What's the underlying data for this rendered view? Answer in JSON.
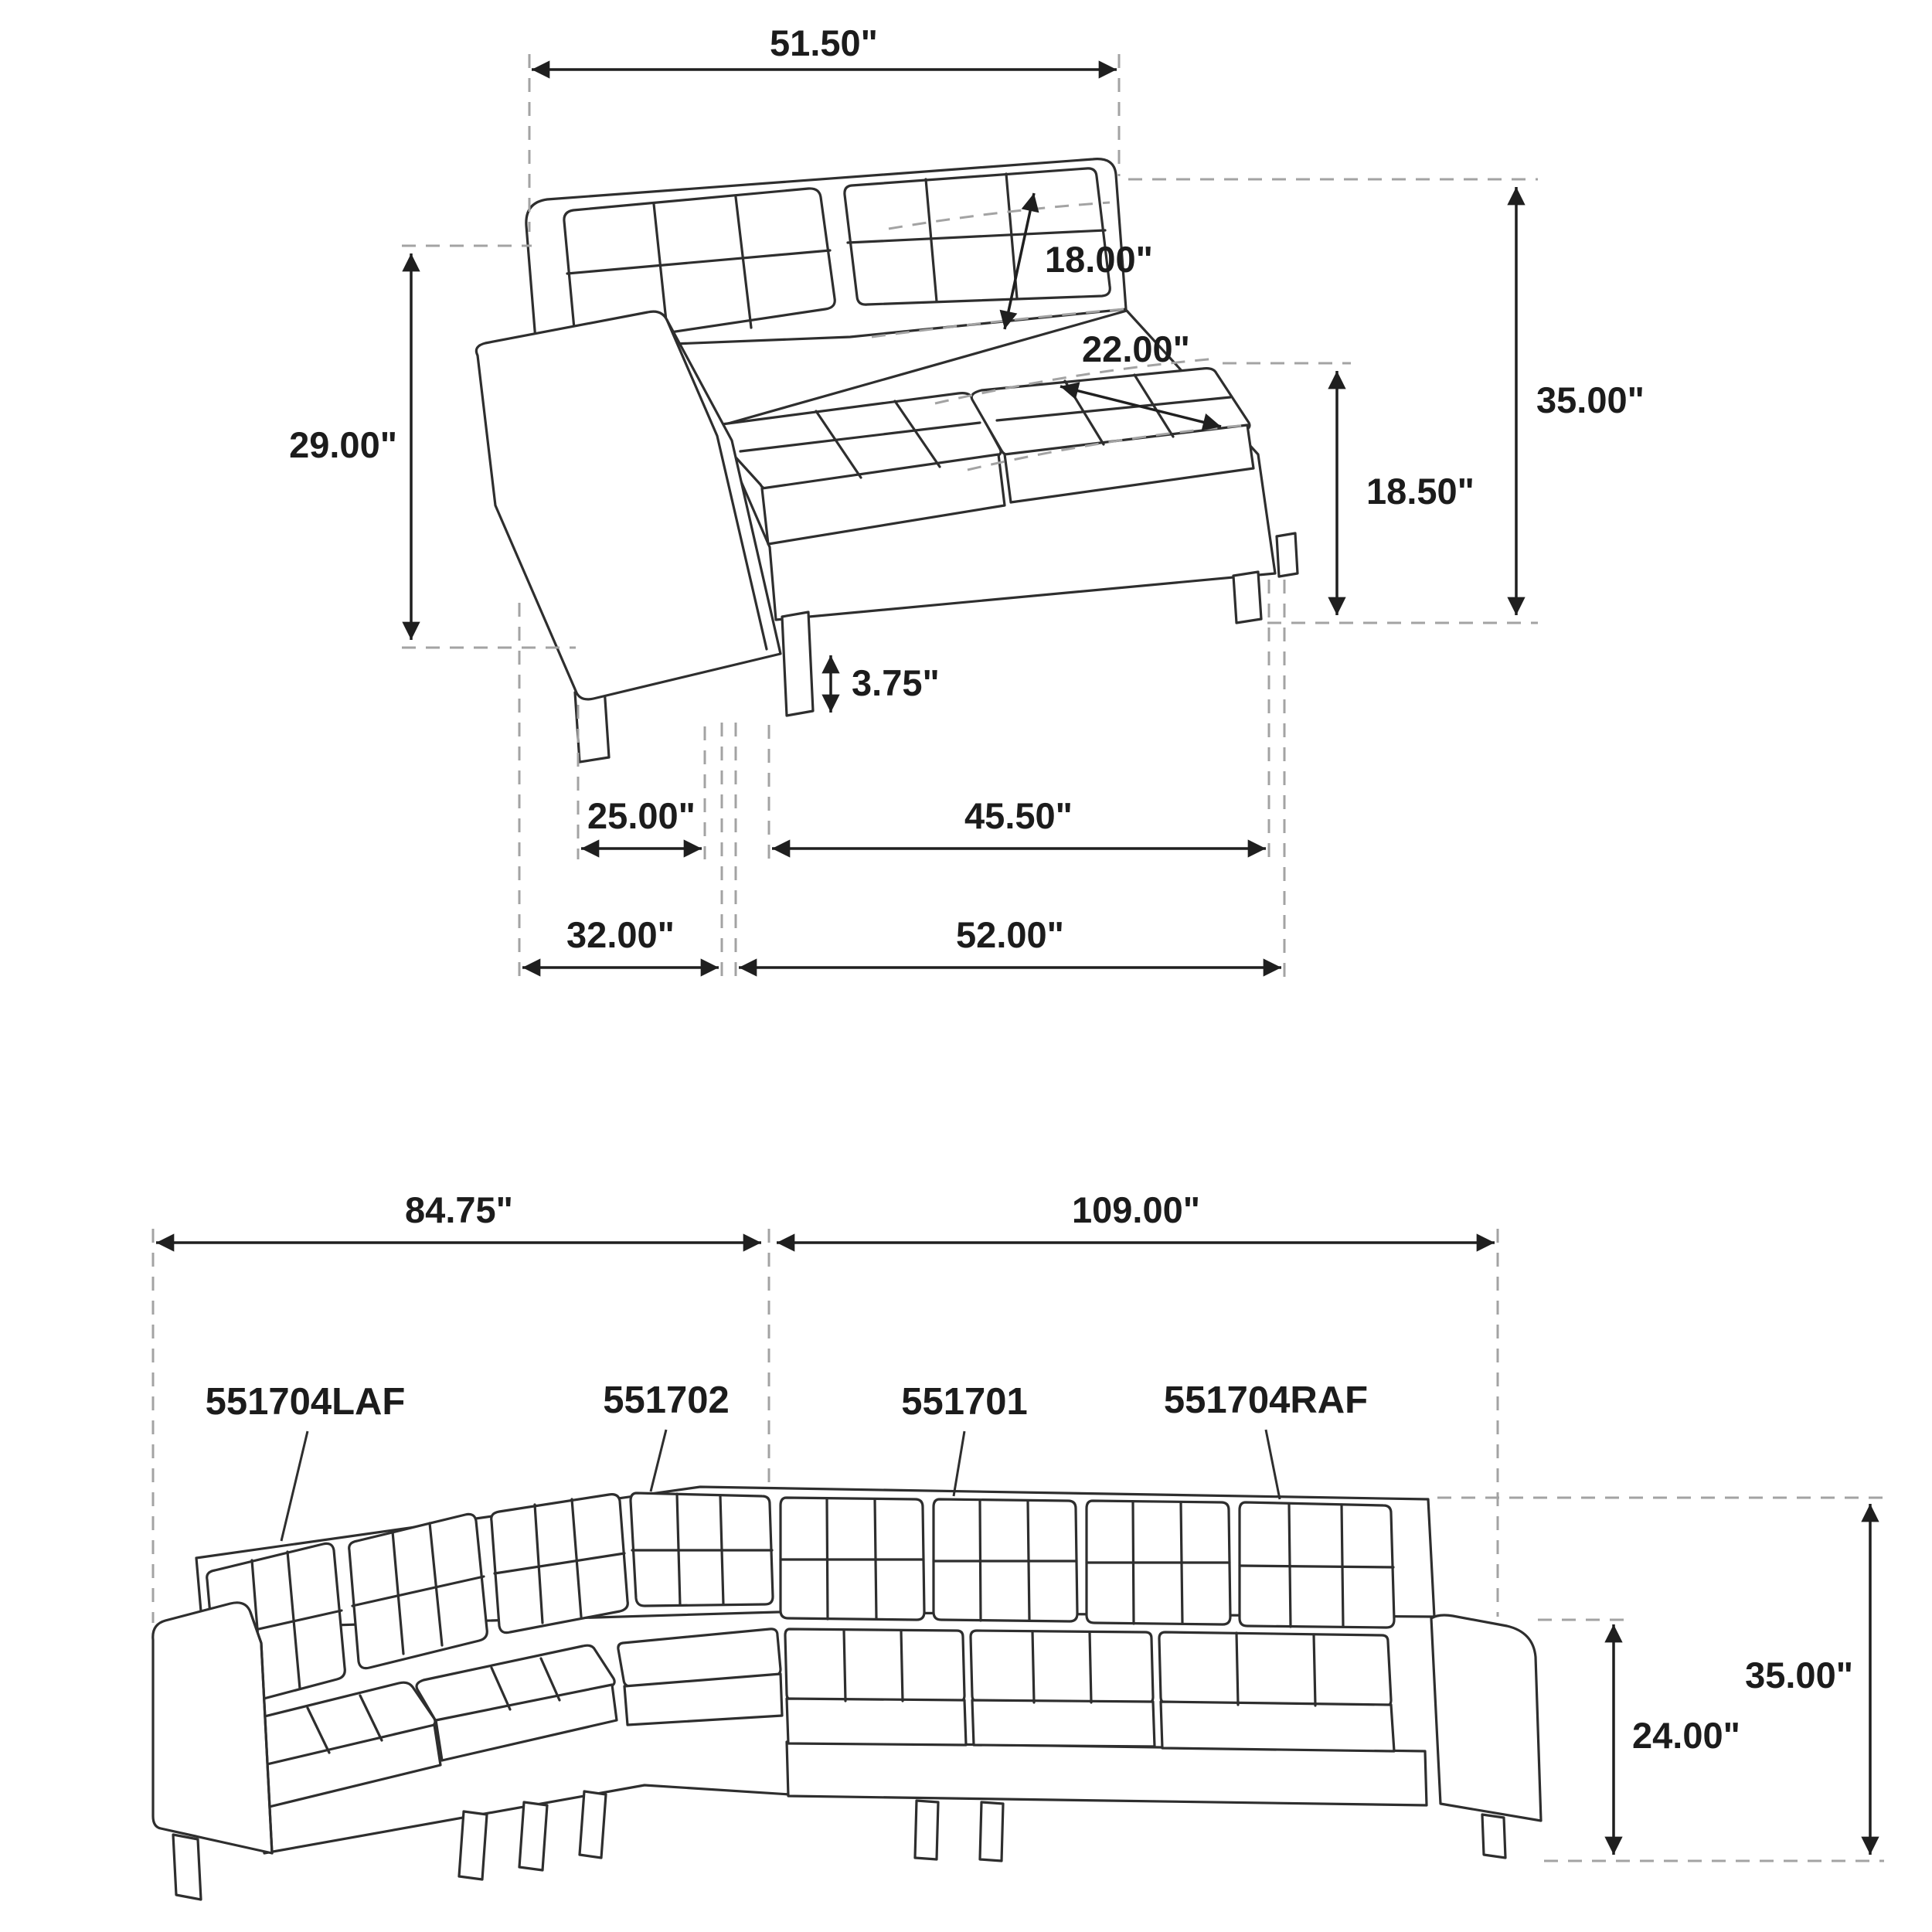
{
  "loveseat": {
    "dim_top_width": "51.50\"",
    "dim_back_cushion_height": "18.00\"",
    "dim_seat_depth": "22.00\"",
    "dim_overall_height": "35.00\"",
    "dim_back_height": "29.00\"",
    "dim_seat_height": "18.50\"",
    "dim_leg_height": "3.75\"",
    "dim_arm_front_width": "25.00\"",
    "dim_seat_width": "45.50\"",
    "dim_side_depth": "32.00\"",
    "dim_overall_width": "52.00\""
  },
  "sectional": {
    "dim_left_width": "84.75\"",
    "dim_right_width": "109.00\"",
    "dim_overall_height": "35.00\"",
    "dim_arm_height": "24.00\"",
    "parts": [
      "551704LAF",
      "551702",
      "551701",
      "551704RAF"
    ]
  }
}
